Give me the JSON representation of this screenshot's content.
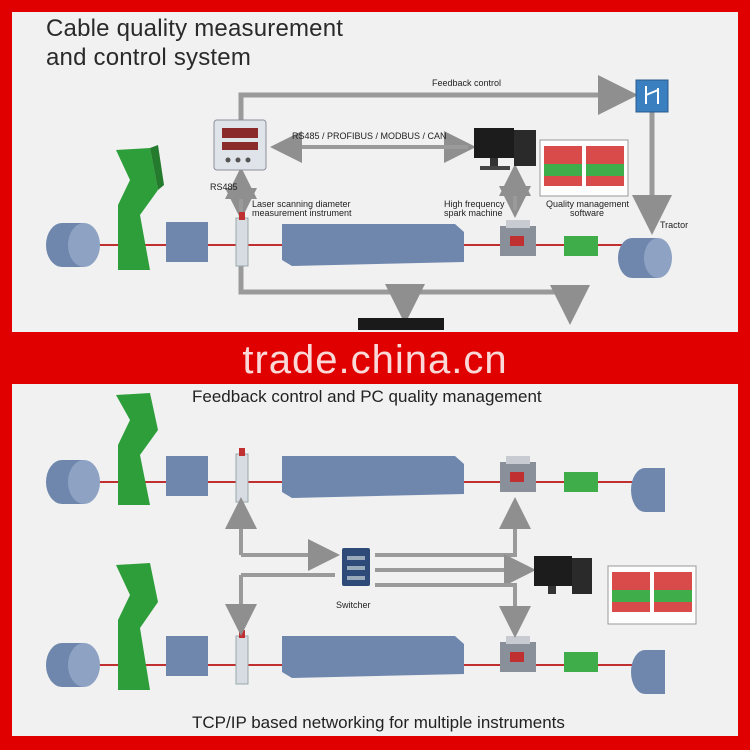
{
  "title_line1": "Cable quality measurement",
  "title_line2": "and control system",
  "top": {
    "feedback_label": "Feedback control",
    "bus_label": "RS485 / PROFIBUS / MODBUS / CAN",
    "rs485_label": "RS485",
    "laser_label_1": "Laser scanning diameter",
    "laser_label_2": "measurement instrument",
    "spark_label_1": "High frequency",
    "spark_label_2": "spark machine",
    "software_label_1": "Quality management",
    "software_label_2": "software",
    "tractor_label": "Tractor"
  },
  "caption_middle": "Feedback control and PC quality management",
  "switcher_label": "Switcher",
  "caption_bottom": "TCP/IP based networking for multiple instruments",
  "watermark": "trade.china.cn",
  "colors": {
    "border": "#e00000",
    "panel": "#f1f1f1",
    "machine_blue": "#6f87ad",
    "hopper_green": "#2e9e3a",
    "arrow_gray": "#9a9a9a",
    "wire_red": "#c03030"
  }
}
